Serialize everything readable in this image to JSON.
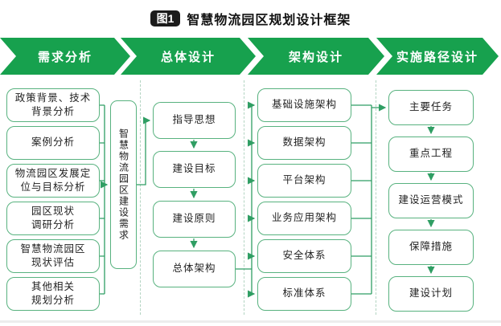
{
  "title": {
    "badge": "图1",
    "text": "智慧物流园区规划设计框架"
  },
  "colors": {
    "banner_green": "#17a14e",
    "box_border": "#58b27f",
    "line_green": "#2f9e63",
    "dashed": "#b3d4c2",
    "badge_bg": "#1b1b1b"
  },
  "banners": [
    {
      "label": "需求分析"
    },
    {
      "label": "总体设计"
    },
    {
      "label": "架构设计"
    },
    {
      "label": "实施路径设计"
    }
  ],
  "demand_column": {
    "items": [
      {
        "line1": "政策背景、技术",
        "line2": "背景分析"
      },
      {
        "line1": "案例分析",
        "line2": ""
      },
      {
        "line1": "物流园区发展定",
        "line2": "位与目标分析"
      },
      {
        "line1": "园区现状",
        "line2": "调研分析"
      },
      {
        "line1": "智慧物流园区",
        "line2": "现状评估"
      },
      {
        "line1": "其他相关",
        "line2": "规划分析"
      }
    ],
    "summary_box": "智慧物流园区建设需求"
  },
  "overall_column": {
    "items": [
      "指导思想",
      "建设目标",
      "建设原则",
      "总体架构"
    ]
  },
  "architecture_column": {
    "items": [
      "基础设施架构",
      "数据架构",
      "平台架构",
      "业务应用架构",
      "安全体系",
      "标准体系"
    ]
  },
  "implementation_column": {
    "items": [
      "主要任务",
      "重点工程",
      "建设运营模式",
      "保障措施",
      "建设计划"
    ]
  }
}
